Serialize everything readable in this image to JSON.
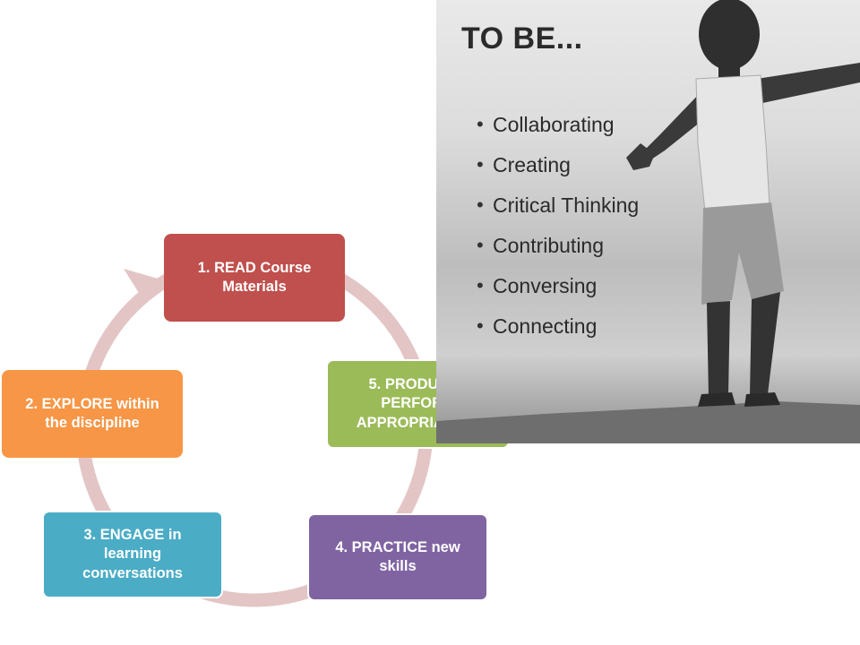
{
  "cycle": {
    "steps": [
      {
        "label": "1. READ Course Materials",
        "color": "#c0504d"
      },
      {
        "label": "2. EXPLORE within the discipline",
        "color": "#f79646"
      },
      {
        "label": "3. ENGAGE in learning conversations",
        "color": "#4bacc6"
      },
      {
        "label": "4. PRACTICE new skills",
        "color": "#8064a2"
      },
      {
        "label": "5. PRODUCE / PERFORM APPROPRIATELY",
        "color": "#9bbb59"
      }
    ],
    "ring_color": "#e3c5c6"
  },
  "poster": {
    "title": "TO BE...",
    "items": [
      "Collaborating",
      "Creating",
      "Critical Thinking",
      "Contributing",
      "Conversing",
      "Connecting"
    ]
  }
}
